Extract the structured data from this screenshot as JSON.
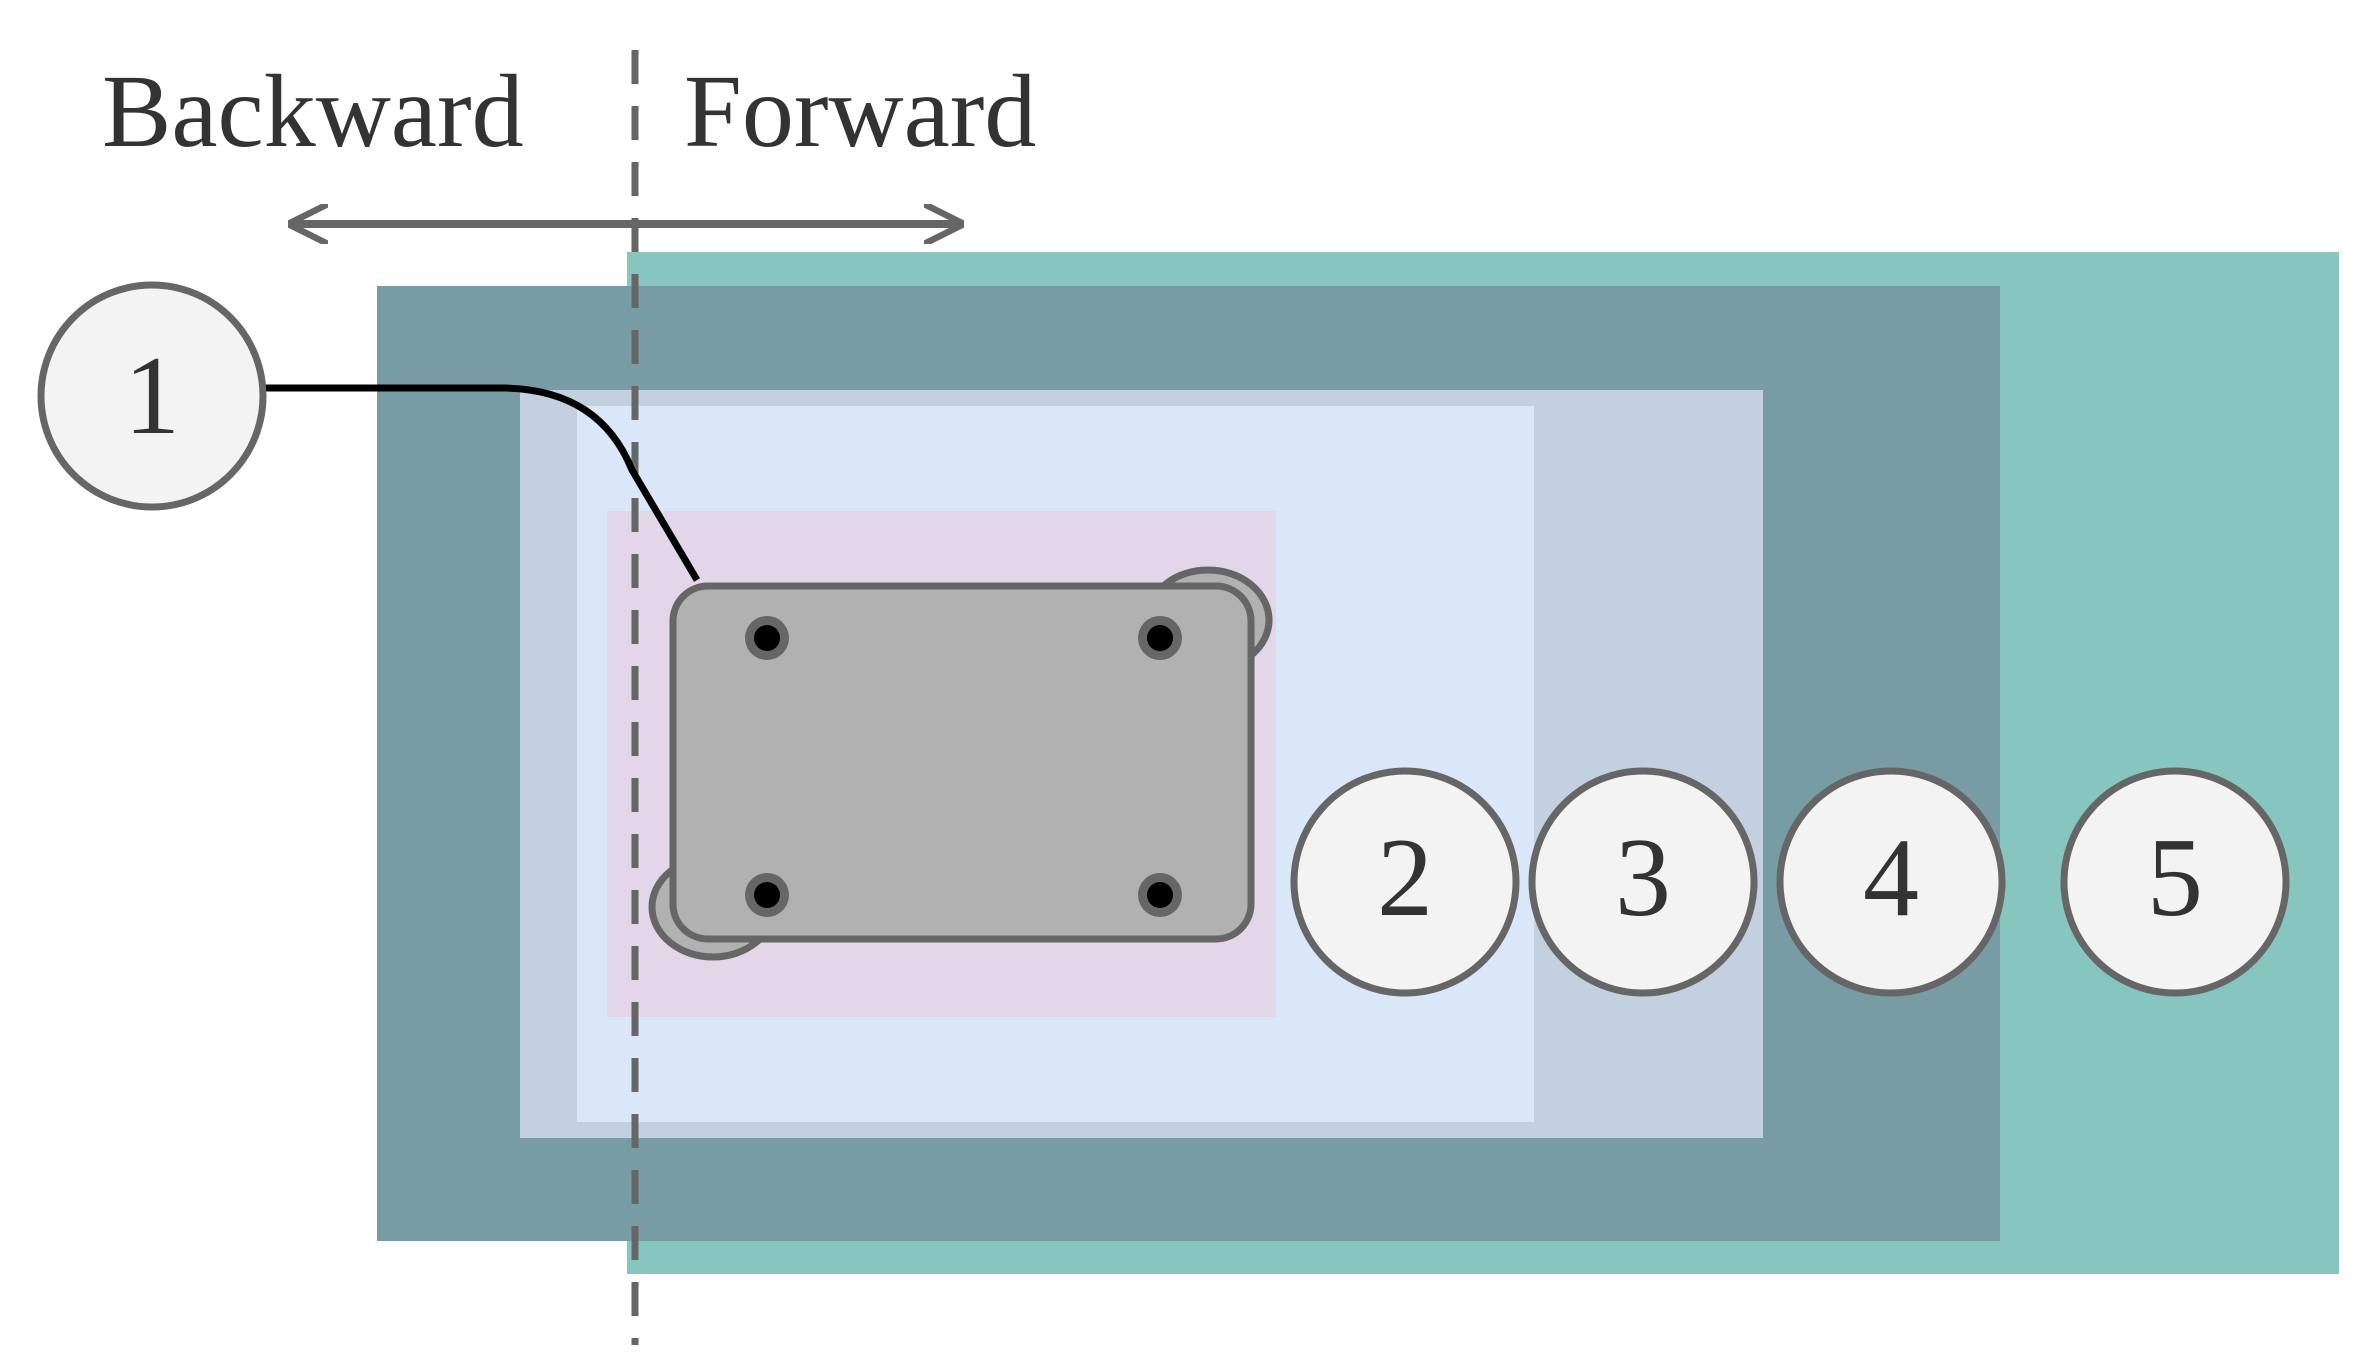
{
  "labels": {
    "backward": "Backward",
    "forward": "Forward"
  },
  "markers": [
    "1",
    "2",
    "3",
    "4",
    "5"
  ],
  "colors": {
    "outer_teal": "#86C6BF",
    "dark_slate": "#779CA3",
    "light_slate": "#C2D0E0",
    "pale_blue": "#D9E7F8",
    "pink": "#E3D6E8",
    "device_gray": "#B1B1B1",
    "outline_gray": "#666666",
    "circle_fill": "#F3F3F3"
  }
}
